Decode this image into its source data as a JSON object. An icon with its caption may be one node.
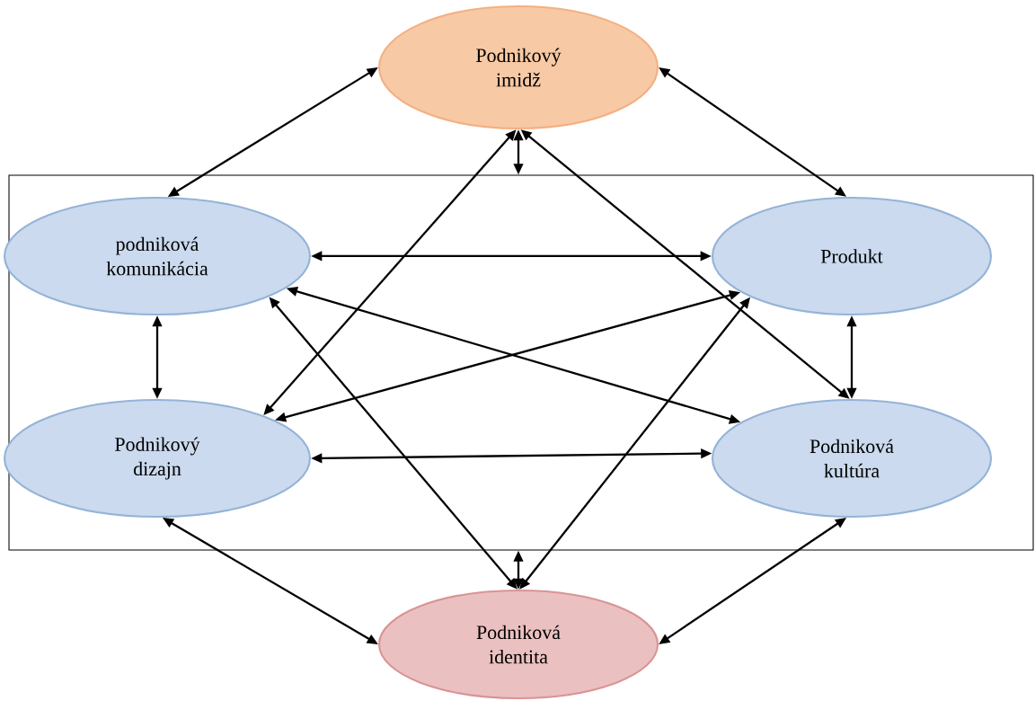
{
  "diagram": {
    "nodes": [
      {
        "text": [
          "Podnikový imidž"
        ]
      },
      {
        "text": [],
        "shape": "box"
      },
      {
        "text": [
          "podniková komunikácia"
        ],
        "in": 1
      },
      {
        "text": [
          "Produkt"
        ],
        "in": 1
      },
      {
        "text": [
          "Podnikový dizajn"
        ],
        "in": 1
      },
      {
        "text": [
          "Podniková kultúra"
        ],
        "in": 1
      },
      {
        "text": [
          "Podniková identita"
        ]
      }
    ],
    "edges": [
      {
        "from": 0,
        "to": 2,
        "arrow": "both"
      },
      {
        "from": 0,
        "to": 3,
        "arrow": "both"
      },
      {
        "from": 0,
        "to": 1,
        "arrow": "both"
      },
      {
        "from": 0,
        "to": 4,
        "arrow": "both"
      },
      {
        "from": 0,
        "to": 5,
        "arrow": "both"
      },
      {
        "from": 2,
        "to": 3,
        "arrow": "both"
      },
      {
        "from": 2,
        "to": 4,
        "arrow": "both"
      },
      {
        "from": 2,
        "to": 5,
        "arrow": "both"
      },
      {
        "from": 2,
        "to": 6,
        "arrow": "both"
      },
      {
        "from": 3,
        "to": 4,
        "arrow": "both"
      },
      {
        "from": 3,
        "to": 5,
        "arrow": "both"
      },
      {
        "from": 3,
        "to": 6,
        "arrow": "both"
      },
      {
        "from": 4,
        "to": 5,
        "arrow": "both"
      },
      {
        "from": 4,
        "to": 6,
        "arrow": "both"
      },
      {
        "from": 5,
        "to": 6,
        "arrow": "both"
      },
      {
        "from": 1,
        "to": 6,
        "arrow": "both"
      }
    ]
  }
}
